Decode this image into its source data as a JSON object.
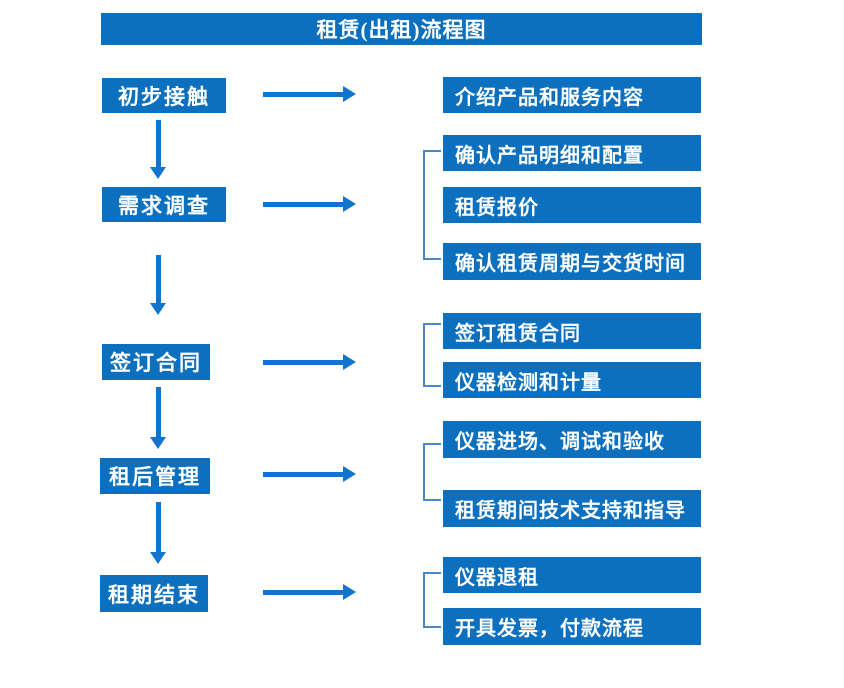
{
  "title": "租赁(出租)流程图",
  "flow": {
    "stages": [
      {
        "label": "初步接触",
        "details": [
          "介绍产品和服务内容"
        ]
      },
      {
        "label": "需求调查",
        "details": [
          "确认产品明细和配置",
          "租赁报价",
          "确认租赁周期与交货时间"
        ]
      },
      {
        "label": "签订合同",
        "details": [
          "签订租赁合同",
          "仪器检测和计量"
        ]
      },
      {
        "label": "租后管理",
        "details": [
          "仪器进场、调试和验收",
          "租赁期间技术支持和指导"
        ]
      },
      {
        "label": "租期结束",
        "details": [
          "仪器退租",
          "开具发票，付款流程"
        ]
      }
    ]
  },
  "colors": {
    "box_blue": "#0C70BE",
    "arrow_blue": "#1175CD",
    "bracket_blue": "#4A86C8",
    "text_white": "#FFFFFF",
    "background": "#FFFFFF"
  }
}
